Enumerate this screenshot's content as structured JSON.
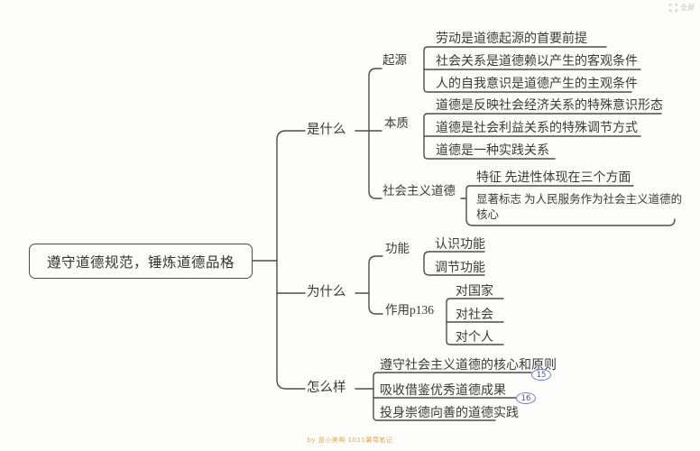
{
  "meta": {
    "background": "#fdfdfb",
    "line_color": "#4c4c4c",
    "badge_border_color": "#7b7bc8",
    "badge_text_color": "#5050aa",
    "watermark_color": "#e4a64f"
  },
  "viewer": {
    "fullscreen_label": "全屏",
    "fullscreen_icon": "fullscreen-expand"
  },
  "watermark": "by 是小美啊 1011薯莓笔记",
  "root": {
    "title": "遵守道德规范，锤炼道德品格"
  },
  "branches": [
    {
      "label": "是什么",
      "children": [
        {
          "label": "起源",
          "leaves": [
            "劳动是道德起源的首要前提",
            "社会关系是道德赖以产生的客观条件",
            "人的自我意识是道德产生的主观条件"
          ]
        },
        {
          "label": "本质",
          "leaves": [
            "道德是反映社会经济关系的特殊意识形态",
            "道德是社会利益关系的特殊调节方式",
            "道德是一种实践关系"
          ]
        },
        {
          "label": "社会主义道德",
          "leaves": [
            "特征 先进性体现在三个方面",
            {
              "line1": "显著标志 为人民服务作为社会主义道德的",
              "line2": "核心"
            }
          ]
        }
      ]
    },
    {
      "label": "为什么",
      "children": [
        {
          "label": "功能",
          "leaves": [
            "认识功能",
            "调节功能"
          ]
        },
        {
          "label": "作用p136",
          "leaves": [
            "对国家",
            "对社会",
            "对个人"
          ]
        }
      ]
    },
    {
      "label": "怎么样",
      "leaves": [
        {
          "text": "遵守社会主义道德的核心和原则",
          "badge": "15"
        },
        {
          "text": "吸收借鉴优秀道德成果",
          "badge": "16"
        },
        {
          "text": "投身崇德向善的道德实践",
          "badge": ""
        }
      ]
    }
  ]
}
